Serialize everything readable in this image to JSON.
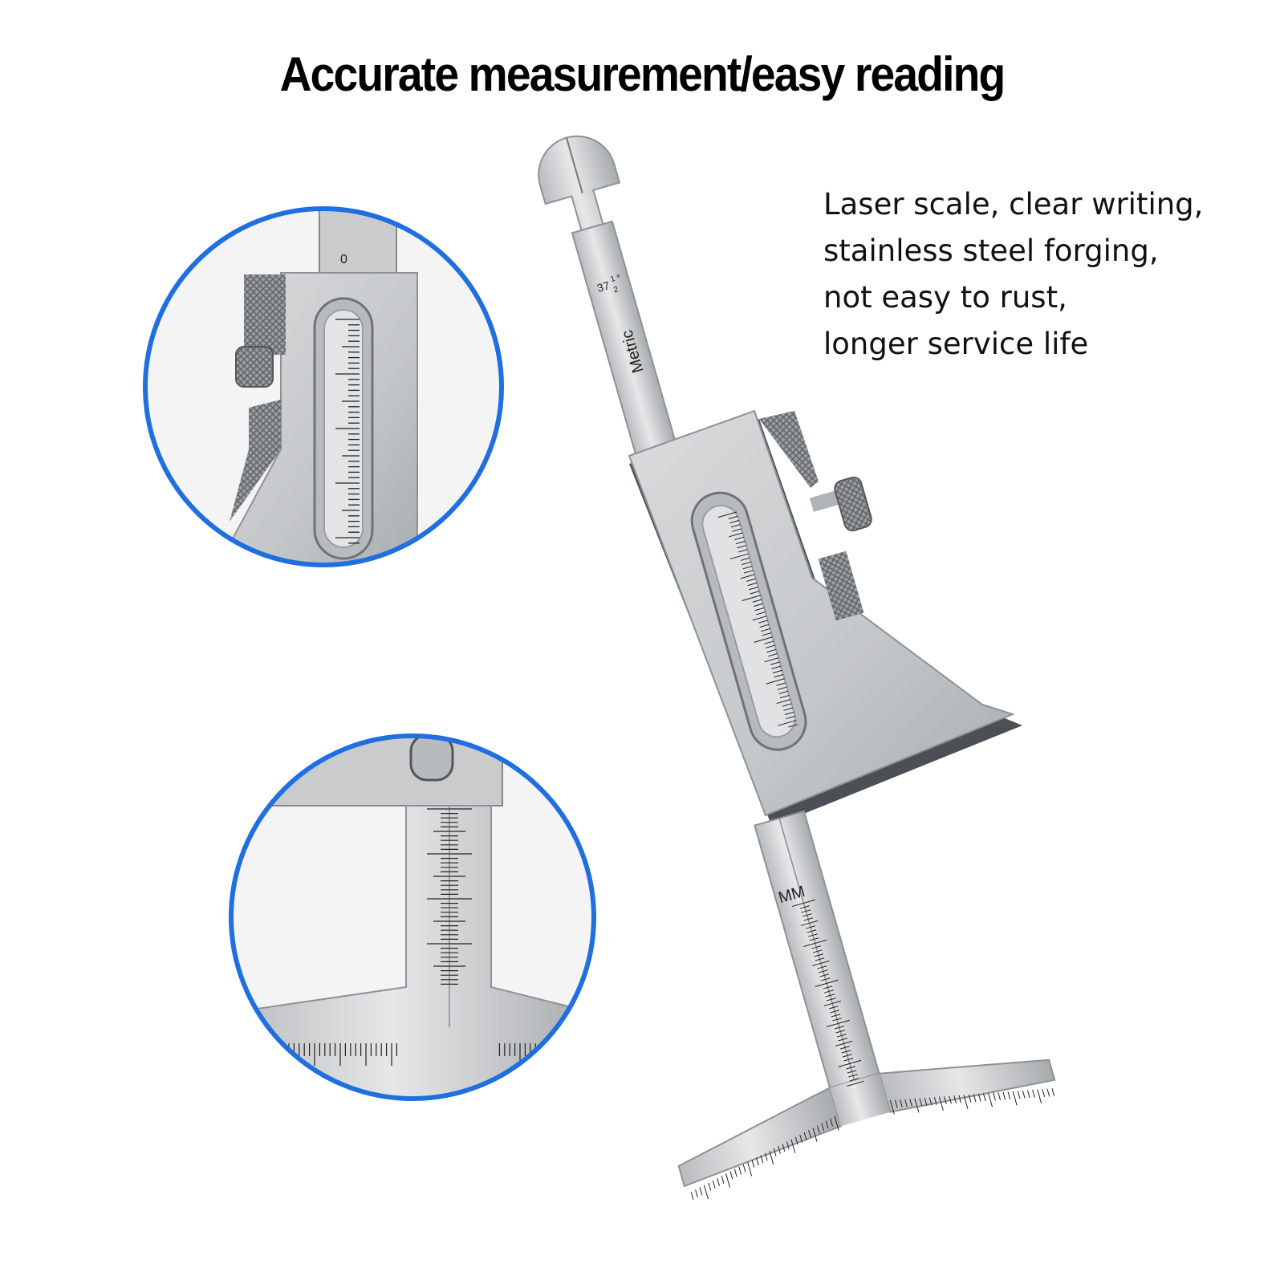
{
  "headline": "Accurate measurement/easy reading",
  "description_lines": [
    "Laser scale, clear writing,",
    "stainless steel forging,",
    "not easy to rust,",
    "longer service life"
  ],
  "gauge_labels": {
    "angle": "37",
    "fraction_num": "1",
    "fraction_den": "2",
    "degree": "°",
    "metric": "Metric",
    "unit": "MM"
  },
  "inset_top": {
    "zero_label": "0"
  },
  "colors": {
    "accent_ring": "#1f6fe0",
    "steel": "#cfd1d3",
    "steel_dark": "#8e9296",
    "ink": "#111111"
  },
  "icons": [
    "zoom-circle-top",
    "zoom-circle-bottom",
    "knurled-screw-icon"
  ]
}
